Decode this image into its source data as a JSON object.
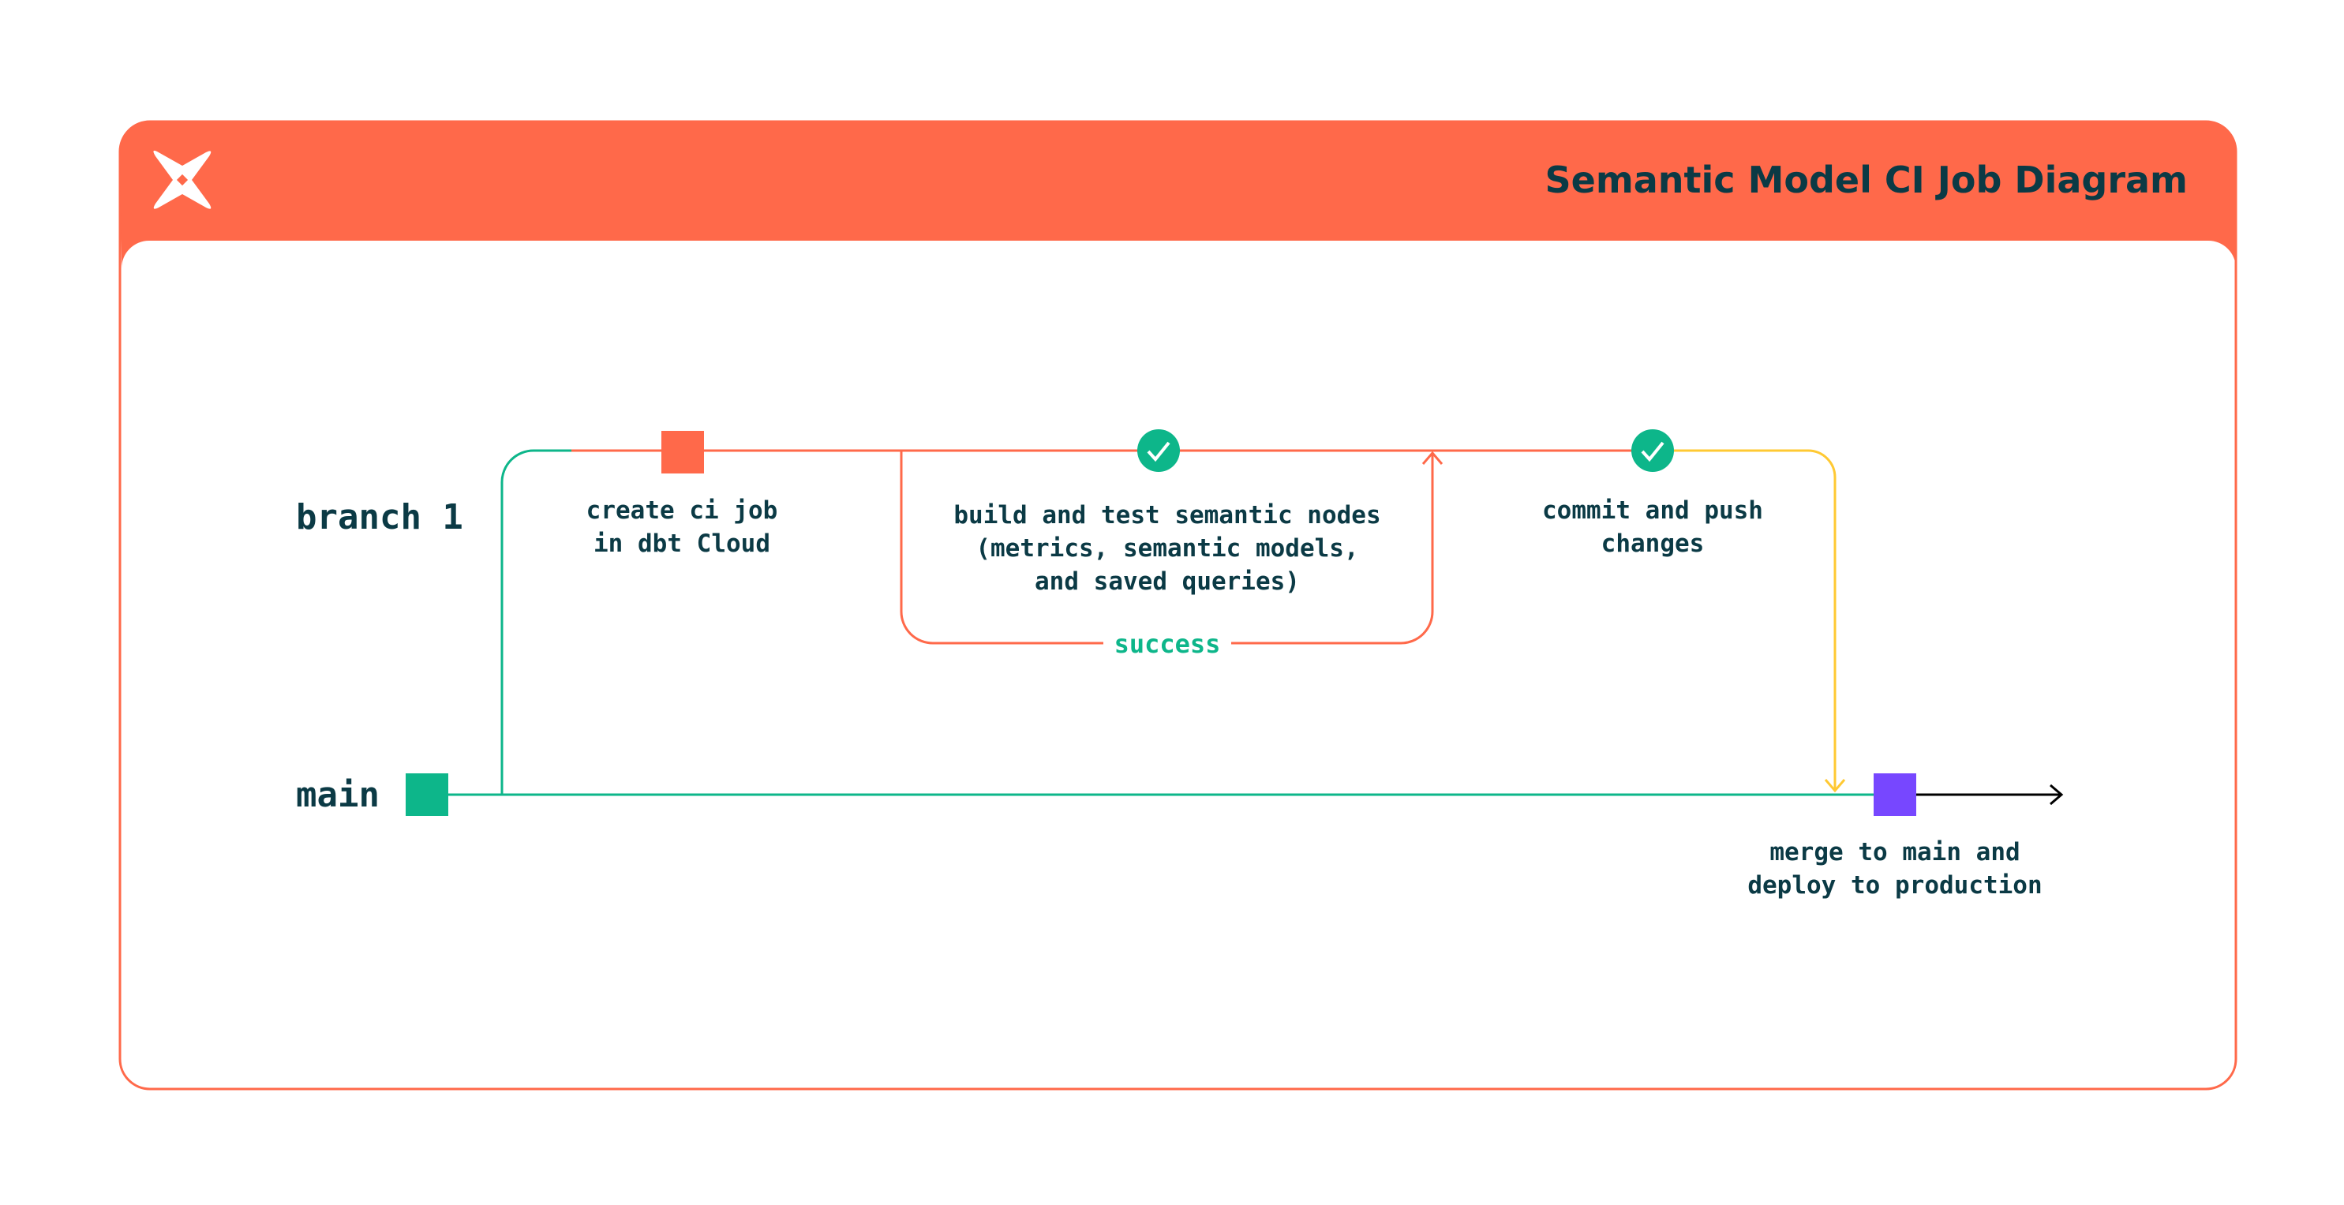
{
  "header": {
    "title": "Semantic Model CI Job Diagram",
    "logo": "dbt-logo"
  },
  "lanes": {
    "branch": "branch 1",
    "main": "main"
  },
  "steps": {
    "create": [
      "create ci job",
      "in dbt Cloud"
    ],
    "build": [
      "build and test semantic nodes",
      "(metrics, semantic models,",
      "and saved queries)"
    ],
    "success": "success",
    "commit": [
      "commit and push",
      "changes"
    ],
    "merge": [
      "merge to main and",
      "deploy to production"
    ]
  },
  "icons": {
    "check": "check-circle-icon"
  },
  "colors": {
    "brand": "#FF694A",
    "green": "#0DB68A",
    "purple": "#7747FF",
    "yellow": "#FFC933",
    "text": "#0B3A45"
  }
}
